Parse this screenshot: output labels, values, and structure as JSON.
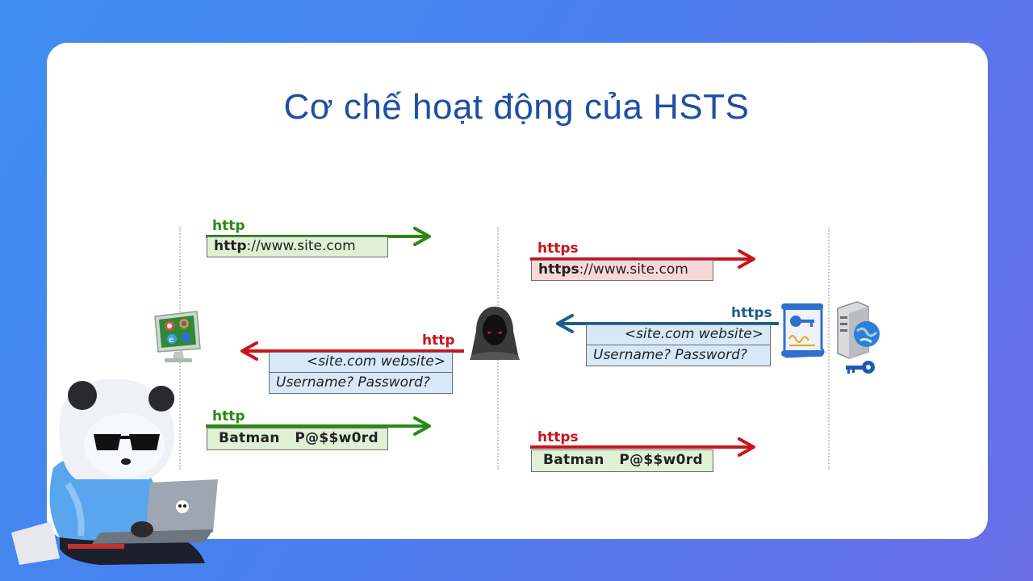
{
  "title": "Cơ chế hoạt động của HSTS",
  "colors": {
    "green": "#2a8a12",
    "red": "#c8141e",
    "blue": "#1d5f8c",
    "title": "#1e4fa3"
  },
  "left": {
    "req1": {
      "protocol": "http",
      "url_bold": "http",
      "url_rest": "://www.site.com"
    },
    "resp": {
      "protocol": "http",
      "line1": "<site.com website>",
      "line2": "Username? Password?"
    },
    "req2": {
      "protocol": "http",
      "user": "Batman",
      "password": "P@$$w0rd"
    }
  },
  "right": {
    "req1": {
      "protocol": "https",
      "url_bold": "https",
      "url_rest": "://www.site.com"
    },
    "resp": {
      "protocol": "https",
      "line1": "<site.com website>",
      "line2": "Username? Password?"
    },
    "req2": {
      "protocol": "https",
      "user": "Batman",
      "password": "P@$$w0rd"
    }
  },
  "icons": [
    "computer-icon",
    "hacker-icon",
    "certificate-icon",
    "server-icon",
    "key-icon",
    "panda-mascot-icon"
  ]
}
